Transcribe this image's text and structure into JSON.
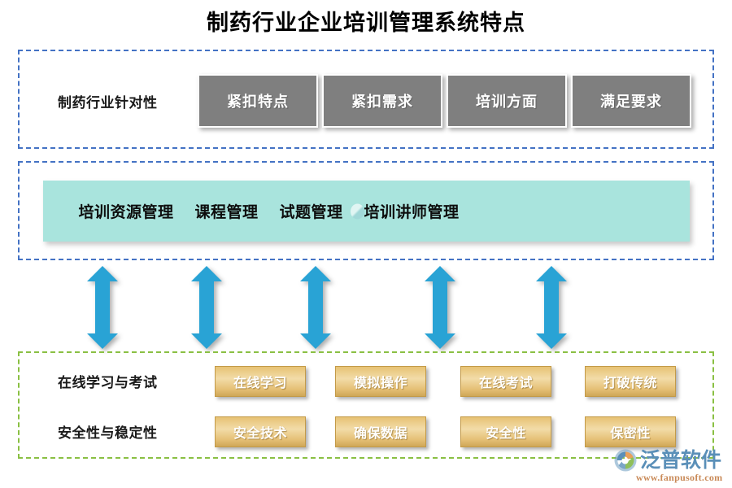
{
  "title": "制药行业企业培训管理系统特点",
  "colors": {
    "section_border_blue": "#4472C4",
    "section_border_green": "#8AC043",
    "gray_box": "#7F7F7F",
    "teal_band": "#A9E4DD",
    "arrow_blue": "#29A3D5",
    "gold_box": "#E6C178",
    "logo_text": "#5A8FB8",
    "logo_url": "#C98A58"
  },
  "sections": {
    "industry": {
      "label": "制药行业针对性",
      "boxes": [
        {
          "label": "紧扣特点"
        },
        {
          "label": "紧扣需求"
        },
        {
          "label": "培训方面"
        },
        {
          "label": "满足要求"
        }
      ]
    },
    "resource": {
      "items": [
        {
          "label": "培训资源管理",
          "watermark": false
        },
        {
          "label": "课程管理",
          "watermark": false
        },
        {
          "label": "试题管理",
          "watermark": false
        },
        {
          "label": "培训讲师管理",
          "watermark": true
        }
      ]
    },
    "connectors": {
      "icon": "double-headed-vertical-arrow-icon",
      "count": 5
    },
    "features": {
      "rows": [
        {
          "label": "在线学习与考试",
          "boxes": [
            {
              "label": "在线学习"
            },
            {
              "label": "模拟操作"
            },
            {
              "label": "在线考试"
            },
            {
              "label": "打破传统"
            }
          ]
        },
        {
          "label": "安全性与稳定性",
          "boxes": [
            {
              "label": "安全技术"
            },
            {
              "label": "确保数据"
            },
            {
              "label": "安全性"
            },
            {
              "label": "保密性"
            }
          ]
        }
      ]
    }
  },
  "logo": {
    "mark": "fanpu-swoosh-logo-icon",
    "name": "泛普软件",
    "url": "www.fanpusoft.com"
  }
}
